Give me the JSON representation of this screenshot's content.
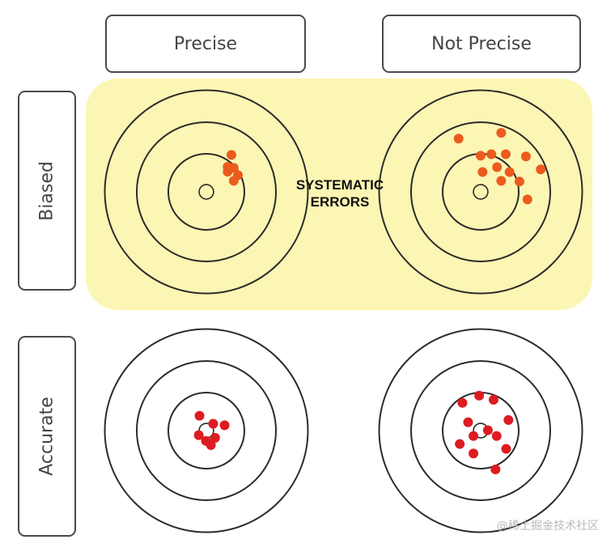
{
  "header": {
    "col_precise": "Precise",
    "col_not_precise": "Not Precise"
  },
  "rows": {
    "biased": "Biased",
    "accurate": "Accurate"
  },
  "annotation": "SYSTEMATIC\nERRORS",
  "watermark": "@稀土掘金技术社区",
  "colors": {
    "highlight": "#fbf6b3",
    "biased_dot": "#ec5b1e",
    "accurate_dot": "#dc1c22",
    "ring": "#2b2b2b"
  },
  "targets": [
    {
      "id": "biased-precise",
      "label": "Biased / Precise",
      "dot_color": "#ec5b1e",
      "hits": [
        [
          0.66,
          -0.97
        ],
        [
          0.56,
          -0.66
        ],
        [
          0.72,
          -0.63
        ],
        [
          0.56,
          -0.53
        ],
        [
          0.83,
          -0.44
        ],
        [
          0.72,
          -0.29
        ]
      ]
    },
    {
      "id": "biased-not-precise",
      "label": "Biased / Not Precise",
      "dot_color": "#ec5b1e",
      "hits": [
        [
          -0.58,
          -1.4
        ],
        [
          0.54,
          -1.55
        ],
        [
          0.0,
          -0.95
        ],
        [
          0.28,
          -0.99
        ],
        [
          0.66,
          -0.99
        ],
        [
          1.19,
          -0.93
        ],
        [
          0.43,
          -0.65
        ],
        [
          0.05,
          -0.52
        ],
        [
          1.58,
          -0.59
        ],
        [
          0.76,
          -0.52
        ],
        [
          0.54,
          -0.29
        ],
        [
          1.02,
          -0.27
        ],
        [
          1.23,
          0.2
        ]
      ]
    },
    {
      "id": "accurate-precise",
      "label": "Accurate / Precise",
      "dot_color": "#dc1c22",
      "hits": [
        [
          -0.18,
          -0.39
        ],
        [
          0.18,
          -0.18
        ],
        [
          0.23,
          0.19
        ],
        [
          0.48,
          -0.14
        ],
        [
          -0.2,
          0.12
        ],
        [
          -0.01,
          0.27
        ],
        [
          0.12,
          0.38
        ]
      ]
    },
    {
      "id": "accurate-not-precise",
      "label": "Accurate / Not Precise",
      "dot_color": "#dc1c22",
      "hits": [
        [
          -0.04,
          -0.92
        ],
        [
          0.34,
          -0.81
        ],
        [
          -0.48,
          -0.73
        ],
        [
          -0.33,
          -0.22
        ],
        [
          0.73,
          -0.28
        ],
        [
          0.19,
          -0.01
        ],
        [
          -0.19,
          0.14
        ],
        [
          0.42,
          0.14
        ],
        [
          -0.55,
          0.35
        ],
        [
          0.67,
          0.48
        ],
        [
          -0.19,
          0.6
        ],
        [
          0.39,
          1.02
        ]
      ]
    }
  ]
}
